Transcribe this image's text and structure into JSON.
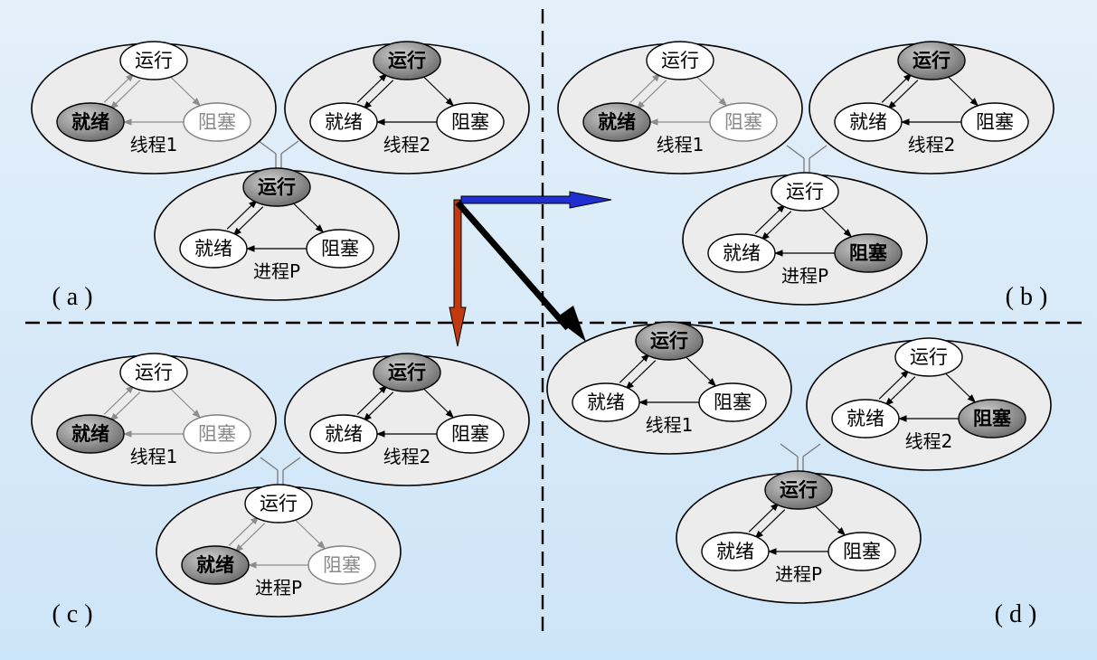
{
  "panels": [
    {
      "label": "( a )",
      "entities": [
        {
          "label": "线程1",
          "states": {
            "running": "运行",
            "ready": "就绪",
            "blocked": "阻塞"
          },
          "style": {
            "running": "normal",
            "ready": "active",
            "blocked": "dim"
          },
          "edges_dim": true
        },
        {
          "label": "线程2",
          "states": {
            "running": "运行",
            "ready": "就绪",
            "blocked": "阻塞"
          },
          "style": {
            "running": "active",
            "ready": "normal",
            "blocked": "normal"
          },
          "edges_dim": false
        },
        {
          "label": "进程P",
          "states": {
            "running": "运行",
            "ready": "就绪",
            "blocked": "阻塞"
          },
          "style": {
            "running": "active",
            "ready": "normal",
            "blocked": "normal"
          },
          "edges_dim": false
        }
      ]
    },
    {
      "label": "( b )",
      "entities": [
        {
          "label": "线程1",
          "states": {
            "running": "运行",
            "ready": "就绪",
            "blocked": "阻塞"
          },
          "style": {
            "running": "normal",
            "ready": "active",
            "blocked": "dim"
          },
          "edges_dim": true
        },
        {
          "label": "线程2",
          "states": {
            "running": "运行",
            "ready": "就绪",
            "blocked": "阻塞"
          },
          "style": {
            "running": "active",
            "ready": "normal",
            "blocked": "normal"
          },
          "edges_dim": false
        },
        {
          "label": "进程P",
          "states": {
            "running": "运行",
            "ready": "就绪",
            "blocked": "阻塞"
          },
          "style": {
            "running": "normal",
            "ready": "normal",
            "blocked": "active"
          },
          "edges_dim": false
        }
      ]
    },
    {
      "label": "( c )",
      "entities": [
        {
          "label": "线程1",
          "states": {
            "running": "运行",
            "ready": "就绪",
            "blocked": "阻塞"
          },
          "style": {
            "running": "normal",
            "ready": "active",
            "blocked": "dim"
          },
          "edges_dim": true
        },
        {
          "label": "线程2",
          "states": {
            "running": "运行",
            "ready": "就绪",
            "blocked": "阻塞"
          },
          "style": {
            "running": "active",
            "ready": "normal",
            "blocked": "normal"
          },
          "edges_dim": false
        },
        {
          "label": "进程P",
          "states": {
            "running": "运行",
            "ready": "就绪",
            "blocked": "阻塞"
          },
          "style": {
            "running": "normal",
            "ready": "active",
            "blocked": "dim"
          },
          "edges_dim": true
        }
      ]
    },
    {
      "label": "( d )",
      "entities": [
        {
          "label": "线程1",
          "states": {
            "running": "运行",
            "ready": "就绪",
            "blocked": "阻塞"
          },
          "style": {
            "running": "active",
            "ready": "normal",
            "blocked": "normal"
          },
          "edges_dim": false
        },
        {
          "label": "线程2",
          "states": {
            "running": "运行",
            "ready": "就绪",
            "blocked": "阻塞"
          },
          "style": {
            "running": "normal",
            "ready": "normal",
            "blocked": "active"
          },
          "edges_dim": false
        },
        {
          "label": "进程P",
          "states": {
            "running": "运行",
            "ready": "就绪",
            "blocked": "阻塞"
          },
          "style": {
            "running": "active",
            "ready": "normal",
            "blocked": "normal"
          },
          "edges_dim": false
        }
      ]
    }
  ],
  "colors": {
    "background": "#d7e9f8",
    "arrow_to_b": "#1f2fd0",
    "arrow_to_c": "#c23a10",
    "arrow_to_d": "#000000",
    "active_fill": "#8c8c8c",
    "dim_text": "#8a8a8a"
  }
}
